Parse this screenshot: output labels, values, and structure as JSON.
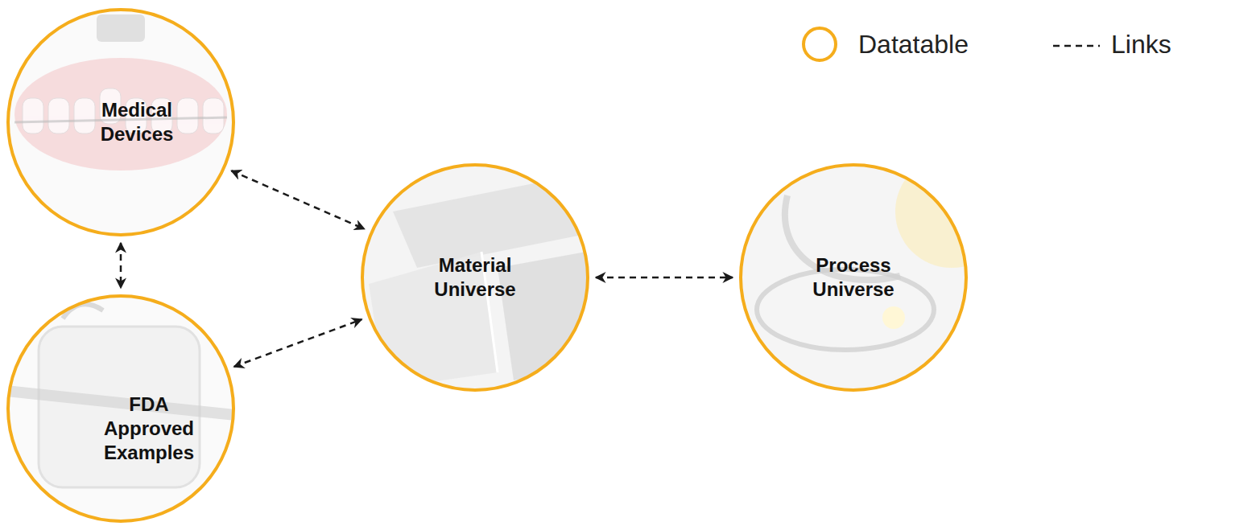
{
  "diagram": {
    "nodes": [
      {
        "text": [
          "Medical Devices"
        ]
      },
      {
        "text": [
          "FDA Approved Examples"
        ]
      },
      {
        "text": [
          "Material Universe"
        ]
      },
      {
        "text": [
          "Process Universe"
        ]
      }
    ],
    "edges": [
      {
        "from": 0,
        "to": 2,
        "arrow": "both"
      },
      {
        "from": 0,
        "to": 1,
        "arrow": "both"
      },
      {
        "from": 1,
        "to": 2,
        "arrow": "both"
      },
      {
        "from": 2,
        "to": 3,
        "arrow": "both"
      }
    ],
    "legend": [
      {
        "text": "Datatable"
      },
      {
        "text": "Links"
      }
    ]
  }
}
